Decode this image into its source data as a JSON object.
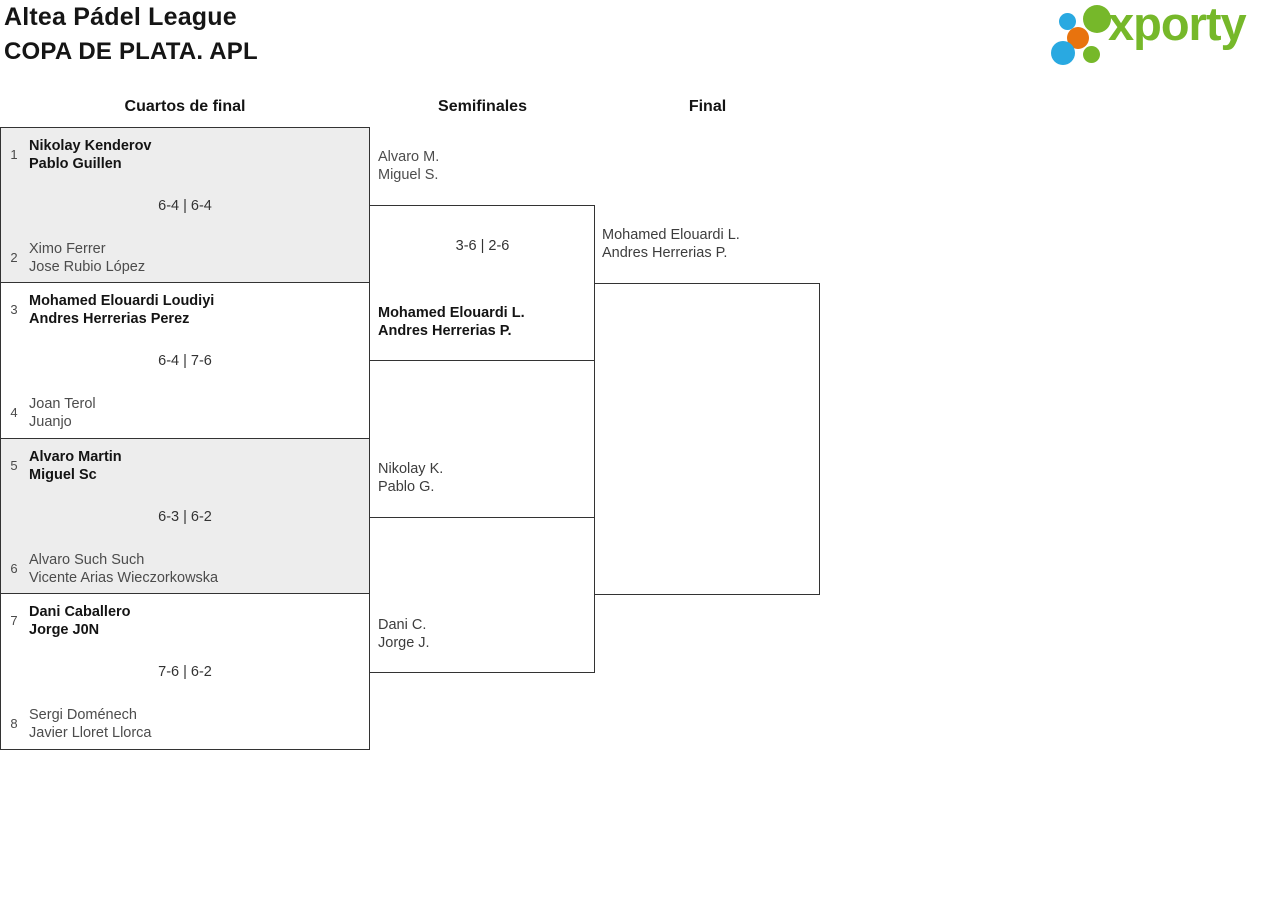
{
  "page": {
    "title_line1": "Altea Pádel League",
    "title_line2": "COPA DE PLATA. APL"
  },
  "logo": {
    "text": "xporty",
    "colors": {
      "green": "#76b82a",
      "blue": "#29a9e1",
      "orange": "#e8730e"
    }
  },
  "round_headers": {
    "quarterfinals": "Cuartos de final",
    "semifinals": "Semifinales",
    "final": "Final"
  },
  "bracket": {
    "quarterfinals": [
      {
        "seed_a": "1",
        "team_a_line1": "Nikolay Kenderov",
        "team_a_line2": "Pablo Guillen",
        "score": "6-4 | 6-4",
        "seed_b": "2",
        "team_b_line1": "Ximo Ferrer",
        "team_b_line2": "Jose Rubio López",
        "winner": "a"
      },
      {
        "seed_a": "3",
        "team_a_line1": "Mohamed Elouardi Loudiyi",
        "team_a_line2": "Andres Herrerias Perez",
        "score": "6-4 | 7-6",
        "seed_b": "4",
        "team_b_line1": "Joan Terol",
        "team_b_line2": "Juanjo",
        "winner": "a"
      },
      {
        "seed_a": "5",
        "team_a_line1": "Alvaro Martin",
        "team_a_line2": "Miguel Sc",
        "score": "6-3 | 6-2",
        "seed_b": "6",
        "team_b_line1": "Alvaro Such Such",
        "team_b_line2": "Vicente Arias Wieczorkowska",
        "winner": "a"
      },
      {
        "seed_a": "7",
        "team_a_line1": "Dani Caballero",
        "team_a_line2": "Jorge J0N",
        "score": "7-6 | 6-2",
        "seed_b": "8",
        "team_b_line1": "Sergi Doménech",
        "team_b_line2": "Javier Lloret Llorca",
        "winner": "a"
      }
    ],
    "semifinals": [
      {
        "team_a_line1": "Alvaro M.",
        "team_a_line2": "Miguel S.",
        "score": "3-6 | 2-6",
        "team_b_line1": "Mohamed Elouardi L.",
        "team_b_line2": "Andres Herrerias P.",
        "winner": "b"
      },
      {
        "team_a_line1": "Nikolay K.",
        "team_a_line2": "Pablo G.",
        "score": "",
        "team_b_line1": "Dani C.",
        "team_b_line2": "Jorge J.",
        "winner": ""
      }
    ],
    "final": {
      "team_a_line1": "Mohamed Elouardi L.",
      "team_a_line2": "Andres Herrerias P."
    }
  }
}
